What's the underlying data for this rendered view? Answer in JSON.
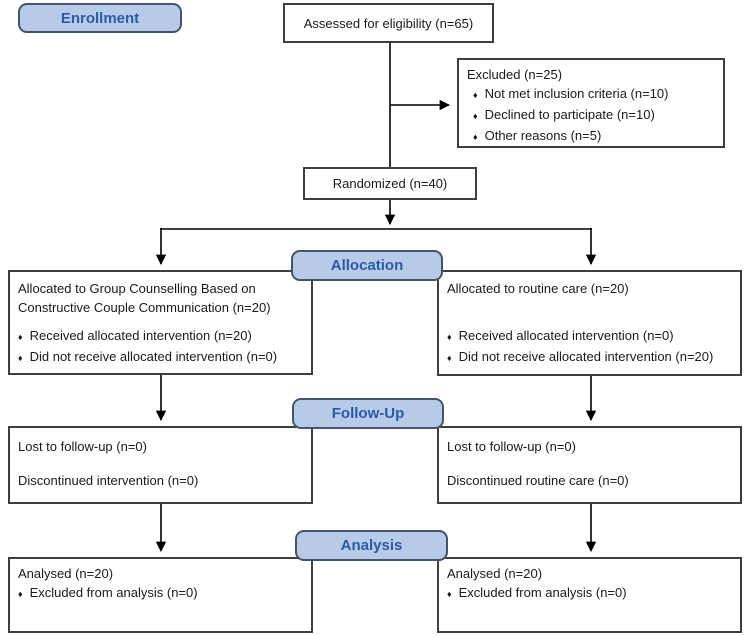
{
  "stage_labels": {
    "enrollment": "Enrollment",
    "allocation": "Allocation",
    "followup": "Follow-Up",
    "analysis": "Analysis"
  },
  "bullet_glyph": "♦",
  "colors": {
    "label_fill": "#b7cbe8",
    "label_border": "#44546a",
    "label_text": "#2b5aa6",
    "box_border": "#3f3f3f",
    "box_fill": "#ffffff",
    "arrow": "#000000"
  },
  "boxes": {
    "assessed": {
      "text": "Assessed for eligibility (n=65)"
    },
    "excluded": {
      "title": "Excluded (n=25)",
      "bullets": [
        "Not met inclusion criteria (n=10)",
        "Declined to participate (n=10)",
        "Other reasons (n=5)"
      ]
    },
    "randomized": {
      "text": "Randomized (n=40)"
    },
    "alloc_left": {
      "title": "Allocated to Group Counselling Based on Constructive Couple Communication (n=20)",
      "bullets": [
        "Received allocated intervention (n=20)",
        "Did not receive allocated intervention (n=0)"
      ]
    },
    "alloc_right": {
      "title": "Allocated to routine care (n=20)",
      "bullets": [
        "Received allocated intervention (n=0)",
        "Did not receive allocated intervention (n=20)"
      ]
    },
    "followup_left": {
      "line1": "Lost to follow-up (n=0)",
      "line2": "Discontinued intervention (n=0)"
    },
    "followup_right": {
      "line1": "Lost to follow-up (n=0)",
      "line2": "Discontinued routine care (n=0)"
    },
    "analysis_left": {
      "title": "Analysed (n=20)",
      "bullets": [
        "Excluded from analysis (n=0)"
      ]
    },
    "analysis_right": {
      "title": "Analysed (n=20)",
      "bullets": [
        "Excluded from analysis (n=0)"
      ]
    }
  }
}
